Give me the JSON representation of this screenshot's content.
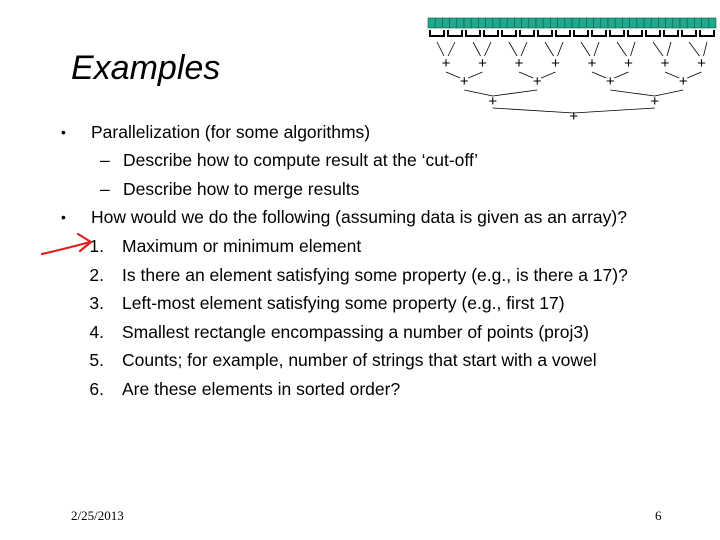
{
  "slide": {
    "title": "Examples",
    "bullets": [
      {
        "level": 1,
        "marker": "•",
        "text": "Parallelization (for some algorithms)"
      },
      {
        "level": 2,
        "marker": "–",
        "text": "Describe how to compute result at the ‘cut-off’"
      },
      {
        "level": 2,
        "marker": "–",
        "text": "Describe how to merge results"
      },
      {
        "level": 1,
        "marker": "•",
        "text": "How would we do the following (assuming data is given as an array)?"
      },
      {
        "level": 3,
        "marker": "1.",
        "text": "Maximum or minimum element"
      },
      {
        "level": 3,
        "marker": "2.",
        "text": "Is there an element satisfying some property (e.g., is there a 17)?"
      },
      {
        "level": 3,
        "marker": "3.",
        "text": "Left-most element satisfying some property (e.g., first 17)"
      },
      {
        "level": 3,
        "marker": "4.",
        "text": "Smallest rectangle encompassing a number of points (proj3)"
      },
      {
        "level": 3,
        "marker": "5.",
        "text": "Counts; for example, number of strings that start with a vowel"
      },
      {
        "level": 3,
        "marker": "6.",
        "text": "Are these elements in sorted order?"
      }
    ],
    "footer": {
      "date": "2/25/2013",
      "page": "6"
    },
    "diagram": {
      "plus_symbol": "+",
      "array_color": "#1fa88a",
      "array_cells": 40
    },
    "annotation_color": "#e0201c"
  }
}
